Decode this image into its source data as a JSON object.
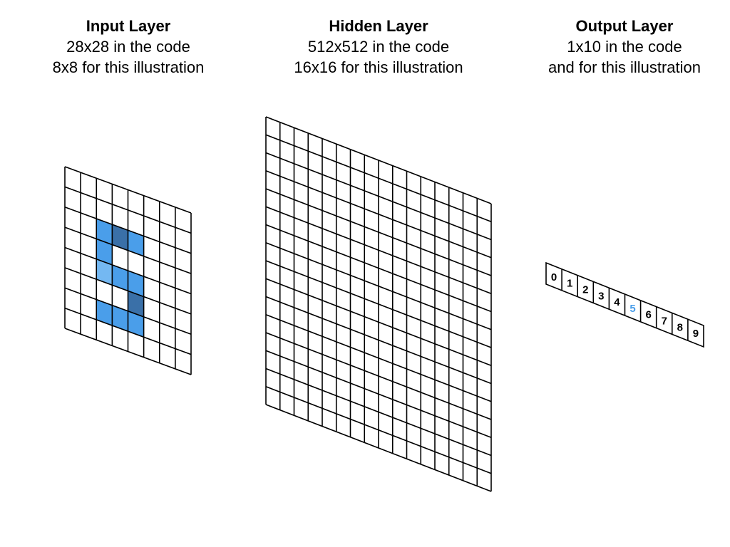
{
  "layers": {
    "input": {
      "title": "Input Layer",
      "line1": "28x28 in the code",
      "line2": "8x8 for this illustration",
      "grid_size": 8,
      "highlighted_cells": [
        {
          "row": 2,
          "col": 2,
          "color": "#4a9eea"
        },
        {
          "row": 2,
          "col": 3,
          "color": "#3a70a8"
        },
        {
          "row": 2,
          "col": 4,
          "color": "#4a9eea"
        },
        {
          "row": 3,
          "col": 2,
          "color": "#4a9eea"
        },
        {
          "row": 4,
          "col": 2,
          "color": "#74b8f2"
        },
        {
          "row": 4,
          "col": 3,
          "color": "#4a9eea"
        },
        {
          "row": 4,
          "col": 4,
          "color": "#4a9eea"
        },
        {
          "row": 5,
          "col": 4,
          "color": "#3a70a8"
        },
        {
          "row": 6,
          "col": 2,
          "color": "#4a9eea"
        },
        {
          "row": 6,
          "col": 3,
          "color": "#4a9eea"
        },
        {
          "row": 6,
          "col": 4,
          "color": "#4a9eea"
        }
      ]
    },
    "hidden": {
      "title": "Hidden Layer",
      "line1": "512x512 in the code",
      "line2": "16x16 for this illustration",
      "grid_size": 16
    },
    "output": {
      "title": "Output Layer",
      "line1": "1x10 in the code",
      "line2": "and for this illustration",
      "digits": [
        "0",
        "1",
        "2",
        "3",
        "4",
        "5",
        "6",
        "7",
        "8",
        "9"
      ],
      "highlighted_digit": "5",
      "highlight_color": "#4a9eea"
    }
  }
}
